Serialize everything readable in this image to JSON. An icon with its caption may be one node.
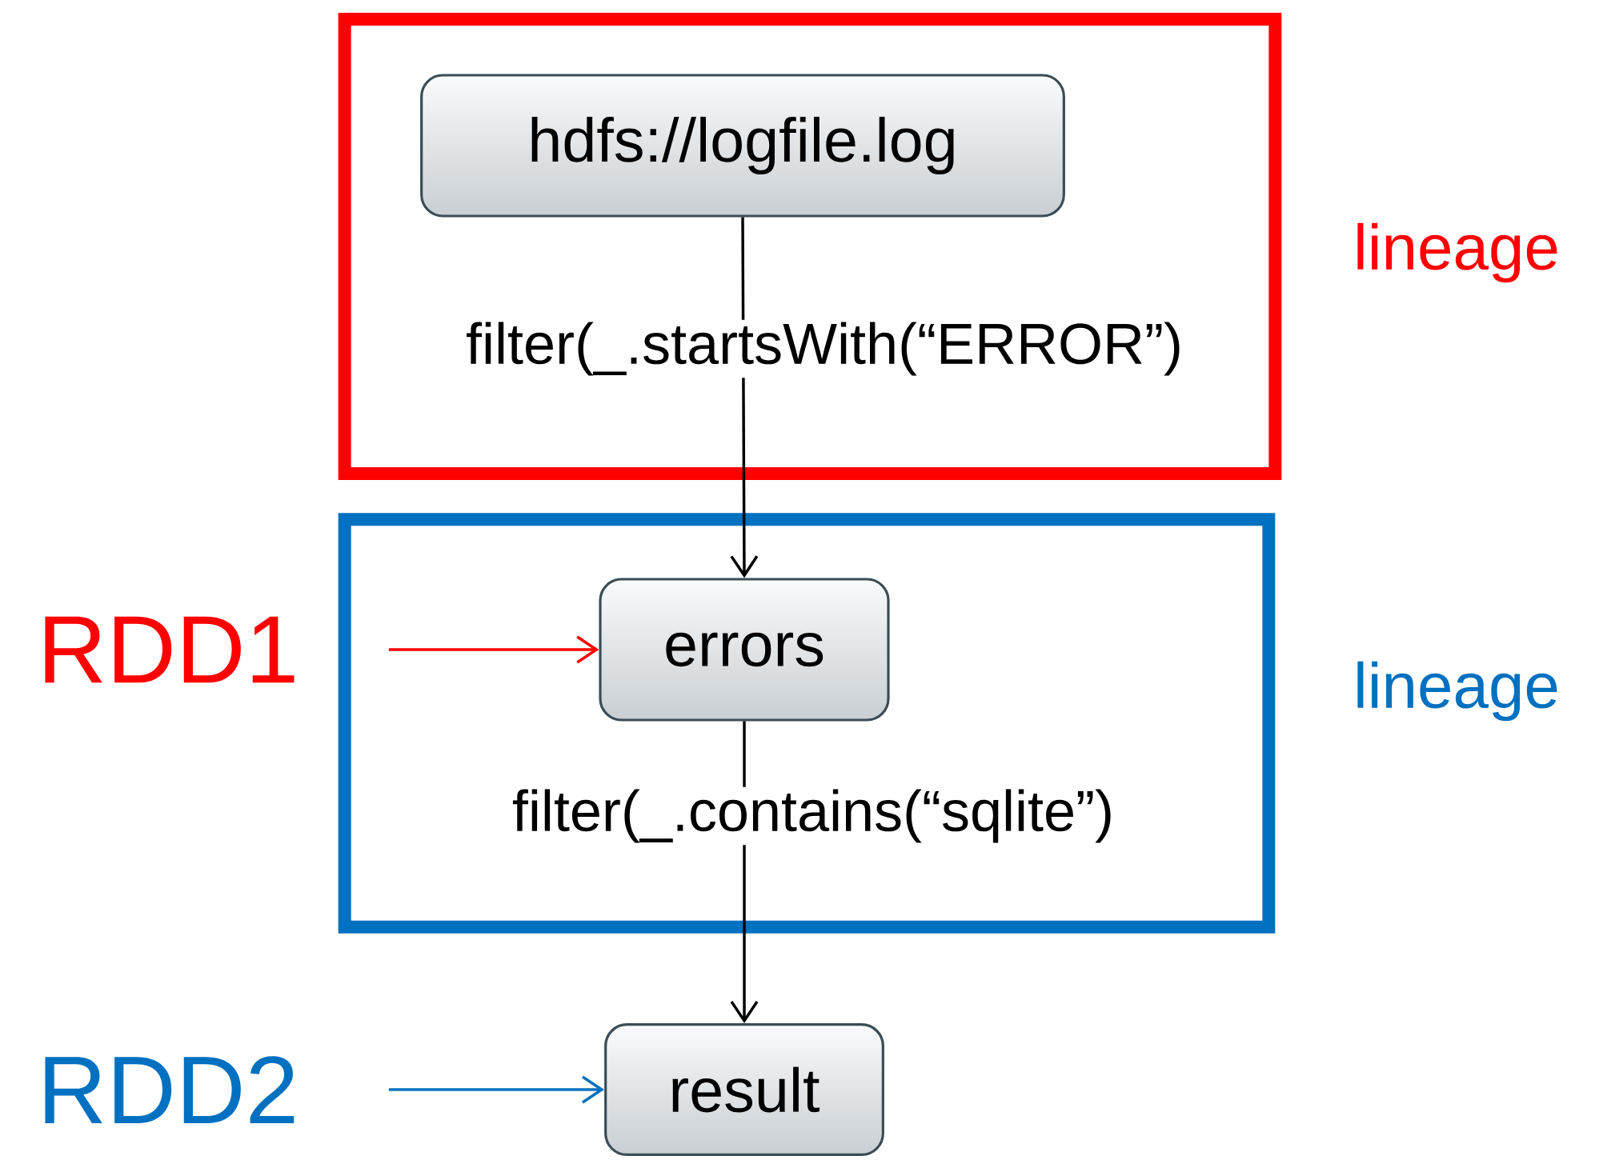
{
  "diagram": {
    "nodes": [
      {
        "text": [
          "lineage"
        ]
      },
      {
        "text": [
          "hdfs://logfile.log"
        ],
        "in": 0
      },
      {
        "text": [
          "lineage"
        ]
      },
      {
        "text": [
          "errors"
        ],
        "in": 2
      },
      {
        "text": [
          "result"
        ]
      },
      {
        "text": [
          "RDD1"
        ]
      },
      {
        "text": [
          "RDD2"
        ]
      }
    ],
    "edges": [
      {
        "from": 1,
        "to": 3,
        "arrow": "to",
        "label": "filter(_.startsWith(“ERROR”)"
      },
      {
        "from": 3,
        "to": 4,
        "arrow": "to",
        "label": "filter(_.contains(“sqlite”)"
      },
      {
        "from": 5,
        "to": 3,
        "arrow": "to",
        "color": "#ff0000"
      },
      {
        "from": 6,
        "to": 4,
        "arrow": "to",
        "color": "#0070c0"
      }
    ]
  }
}
